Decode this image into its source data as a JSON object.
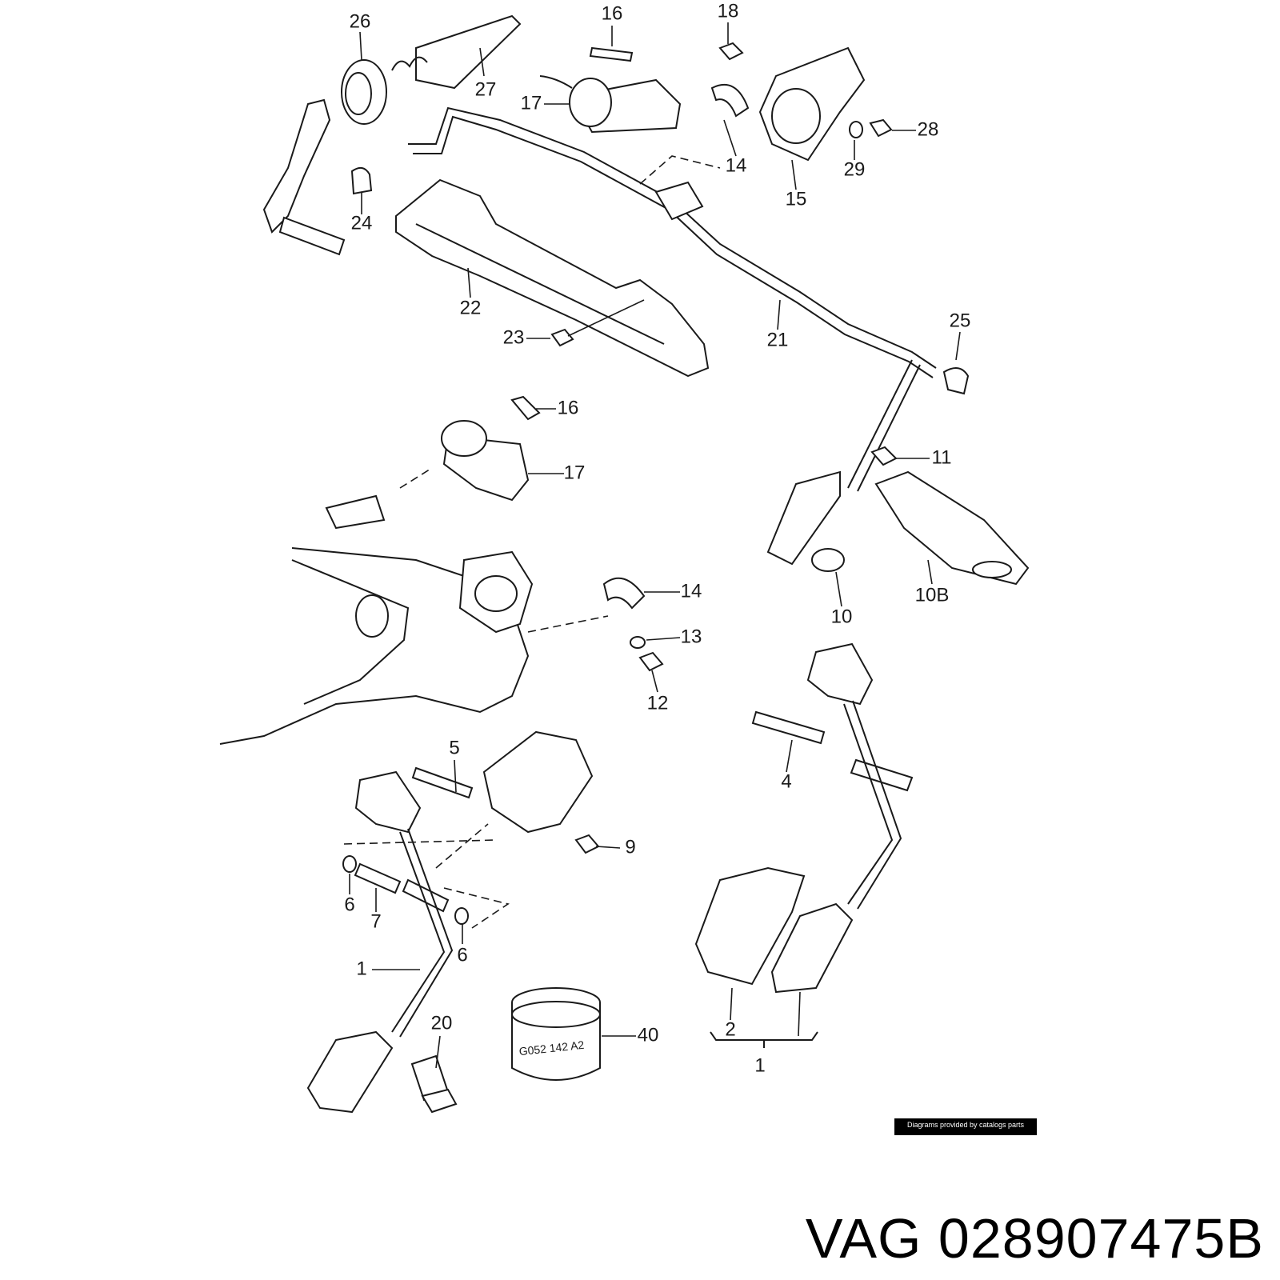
{
  "labels": {
    "l26": "26",
    "l27": "27",
    "l16a": "16",
    "l18": "18",
    "l17a": "17",
    "l28": "28",
    "l14a": "14",
    "l29": "29",
    "l15": "15",
    "l24": "24",
    "l22": "22",
    "l23": "23",
    "l21": "21",
    "l25": "25",
    "l16b": "16",
    "l17b": "17",
    "l11": "11",
    "l10b": "10B",
    "l10": "10",
    "l14b": "14",
    "l13": "13",
    "l12": "12",
    "l5": "5",
    "l4": "4",
    "l9": "9",
    "l6a": "6",
    "l7": "7",
    "l6b": "6",
    "l1a": "1",
    "l20": "20",
    "l40": "40",
    "l2": "2",
    "l1b": "1"
  },
  "can_stamp": "G052 142 A2",
  "credit": "Diagrams provided by catalogs parts",
  "part_number": "VAG 028907475B"
}
